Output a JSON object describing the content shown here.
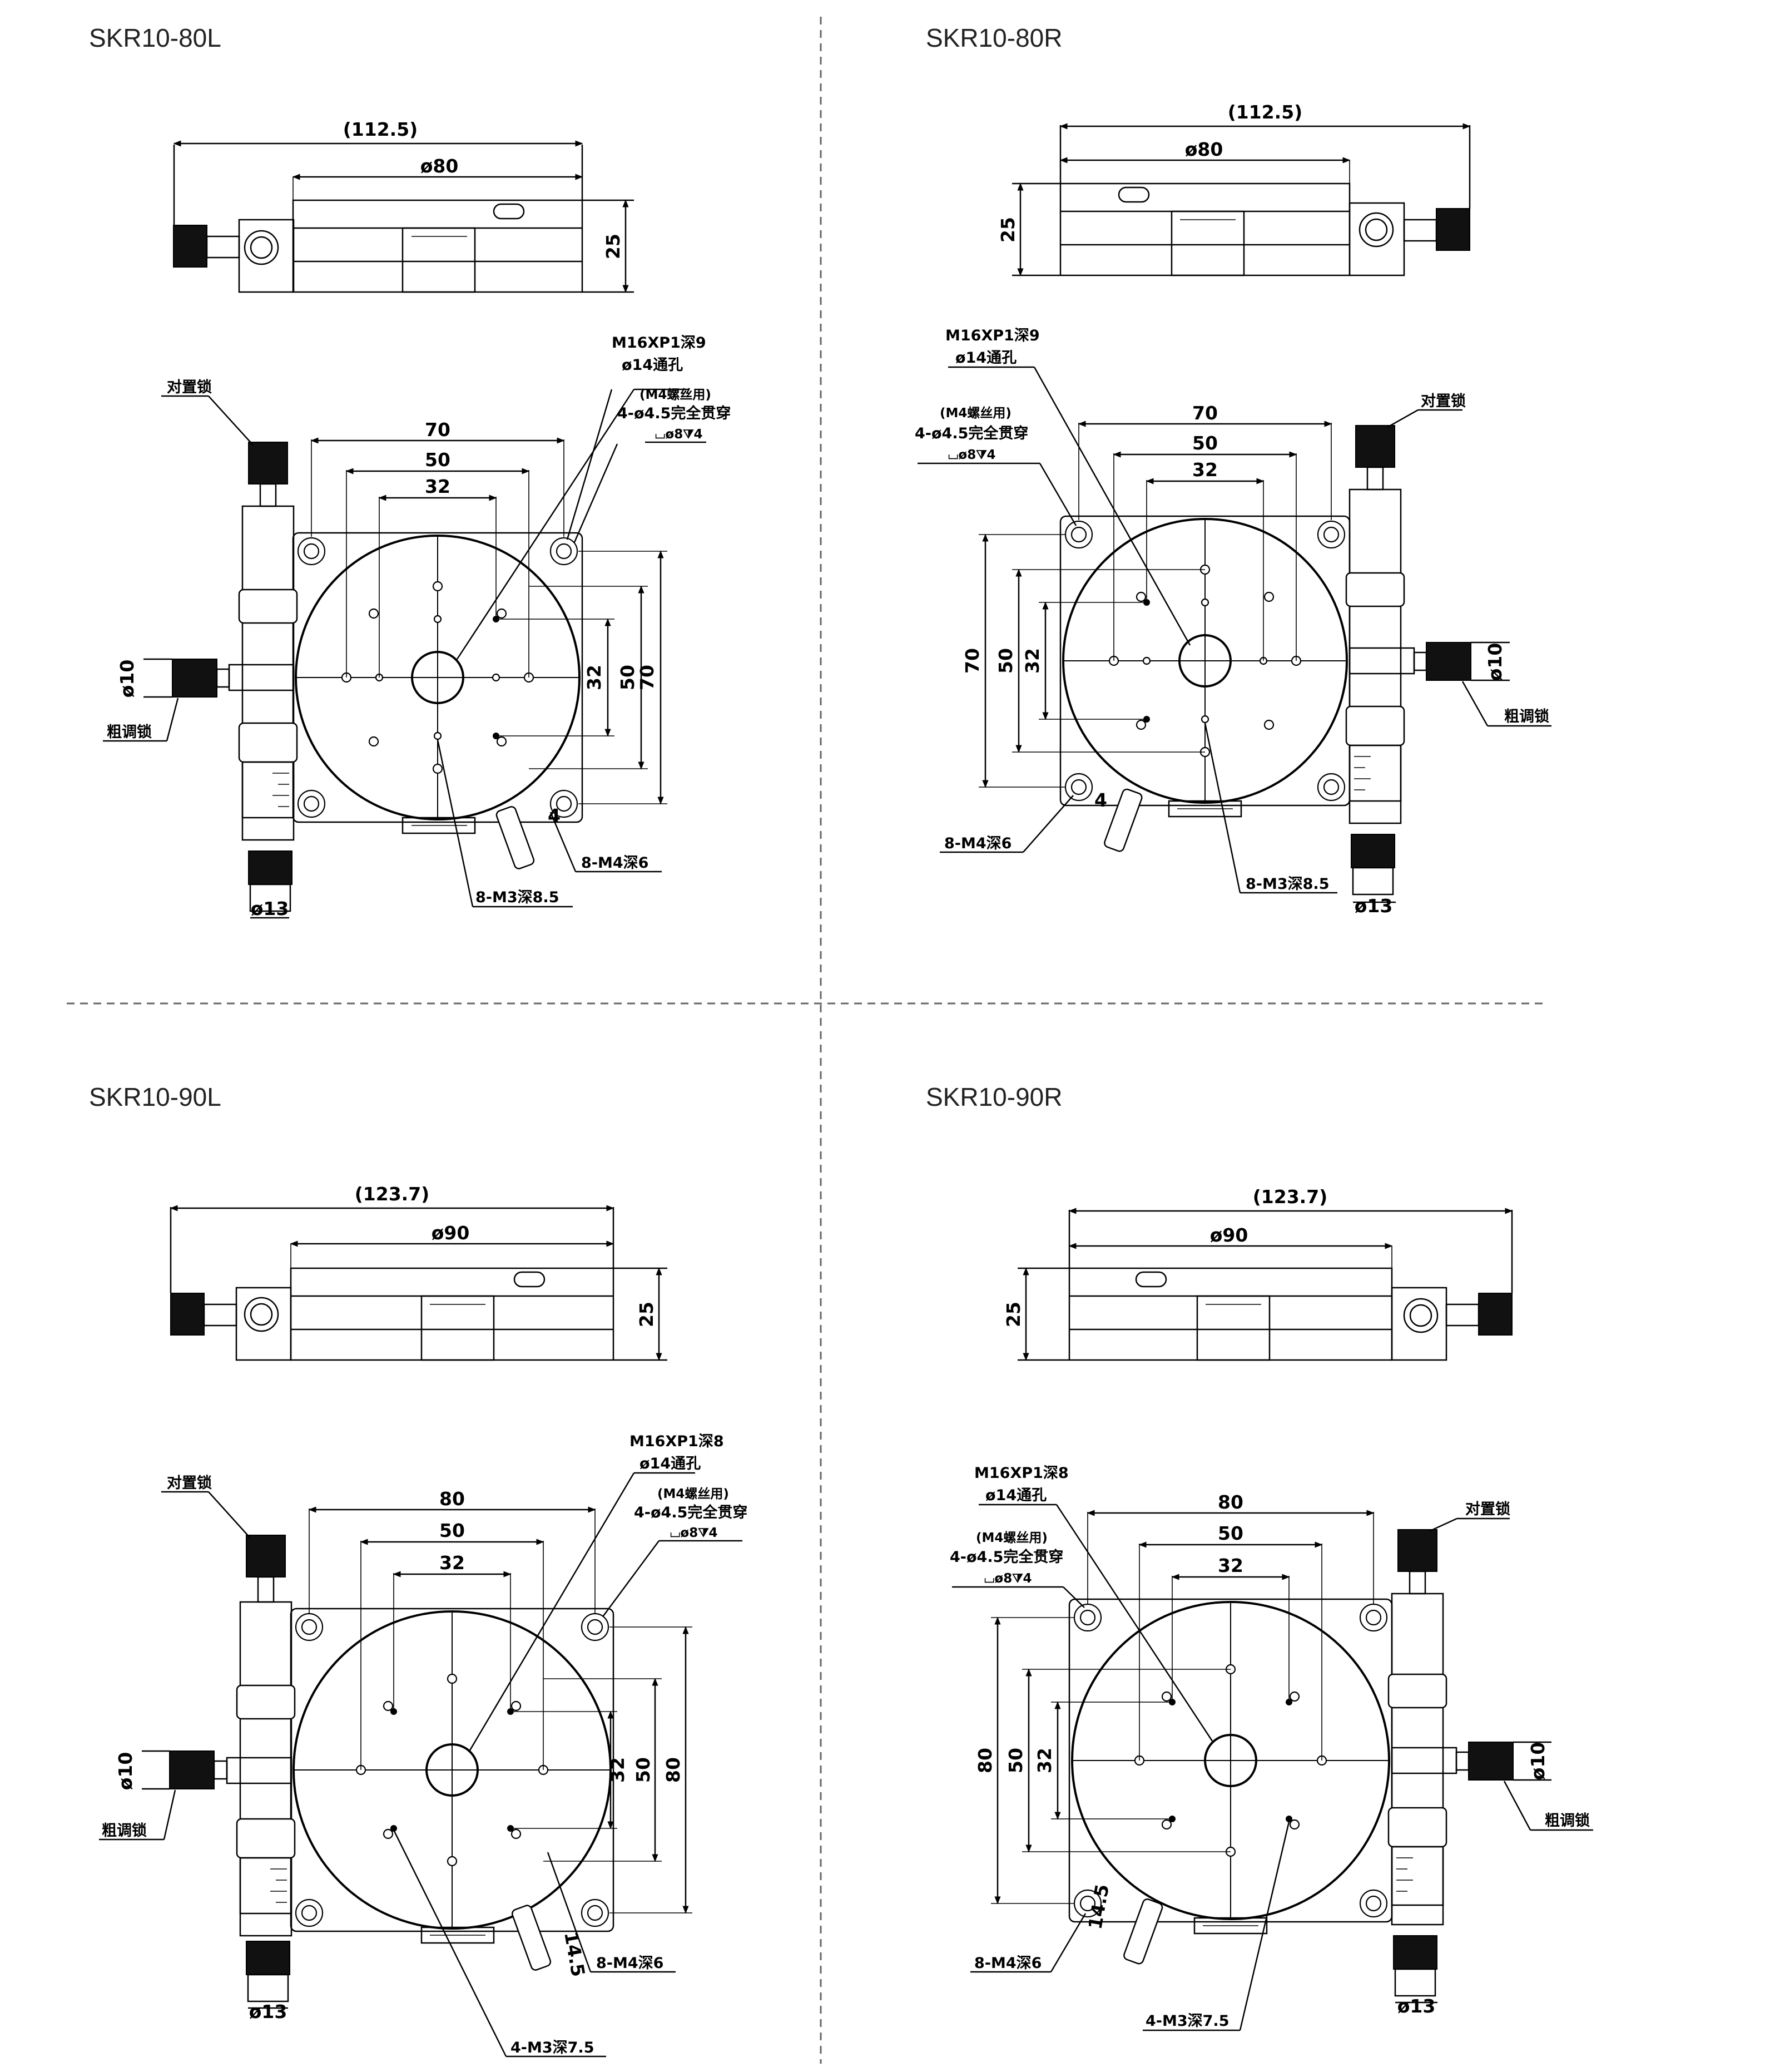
{
  "sheet": {
    "background": "#ffffff",
    "line_color": "#000000",
    "separator_color": "#666666"
  },
  "quad_tl": {
    "title": "SKR10-80L",
    "side_overall": "(112.5)",
    "side_dia": "ø80",
    "side_height": "25",
    "top_thread_line1": "M16XP1深9",
    "top_thread_line2": "ø14通孔",
    "mount_note1": "(M4螺丝用)",
    "mount_note2": "4-ø4.5完全贯穿",
    "mount_note3": "⌴ø8⧩4",
    "plate_w": "70",
    "pcd_outer": "50",
    "pcd_inner": "32",
    "right_inner": "32",
    "right_mid": "50",
    "right_outer": "70",
    "align_lock": "对置锁",
    "coarse_lock": "粗调锁",
    "knob_dia": "ø10",
    "micro_dia": "ø13",
    "side_thread": "8-M4深6",
    "bottom_thread": "8-M3深8.5",
    "small_dim": "4"
  },
  "quad_tr": {
    "title": "SKR10-80R",
    "side_overall": "(112.5)",
    "side_dia": "ø80",
    "side_height": "25",
    "top_thread_line1": "M16XP1深9",
    "top_thread_line2": "ø14通孔",
    "mount_note1": "(M4螺丝用)",
    "mount_note2": "4-ø4.5完全贯穿",
    "mount_note3": "⌴ø8⧩4",
    "plate_w": "70",
    "pcd_outer": "50",
    "pcd_inner": "32",
    "left_outer": "70",
    "left_mid": "50",
    "left_inner": "32",
    "align_lock": "对置锁",
    "coarse_lock": "粗调锁",
    "knob_dia": "ø10",
    "micro_dia": "ø13",
    "side_thread": "8-M4深6",
    "bottom_thread": "8-M3深8.5",
    "small_dim": "4"
  },
  "quad_bl": {
    "title": "SKR10-90L",
    "side_overall": "(123.7)",
    "side_dia": "ø90",
    "side_height": "25",
    "top_thread_line1": "M16XP1深8",
    "top_thread_line2": "ø14通孔",
    "mount_note1": "(M4螺丝用)",
    "mount_note2": "4-ø4.5完全贯穿",
    "mount_note3": "⌴ø8⧩4",
    "plate_w": "80",
    "pcd_outer": "50",
    "pcd_inner": "32",
    "right_inner": "32",
    "right_mid": "50",
    "right_outer": "80",
    "align_lock": "对置锁",
    "coarse_lock": "粗调锁",
    "knob_dia": "ø10",
    "micro_dia": "ø13",
    "side_thread": "8-M4深6",
    "bottom_thread": "4-M3深7.5",
    "small_dim": "14.5"
  },
  "quad_br": {
    "title": "SKR10-90R",
    "side_overall": "(123.7)",
    "side_dia": "ø90",
    "side_height": "25",
    "top_thread_line1": "M16XP1深8",
    "top_thread_line2": "ø14通孔",
    "mount_note1": "(M4螺丝用)",
    "mount_note2": "4-ø4.5完全贯穿",
    "mount_note3": "⌴ø8⧩4",
    "plate_w": "80",
    "pcd_outer": "50",
    "pcd_inner": "32",
    "left_outer": "80",
    "left_mid": "50",
    "left_inner": "32",
    "align_lock": "对置锁",
    "coarse_lock": "粗调锁",
    "knob_dia": "ø10",
    "micro_dia": "ø13",
    "side_thread": "8-M4深6",
    "bottom_thread": "4-M3深7.5",
    "small_dim": "14.5"
  }
}
